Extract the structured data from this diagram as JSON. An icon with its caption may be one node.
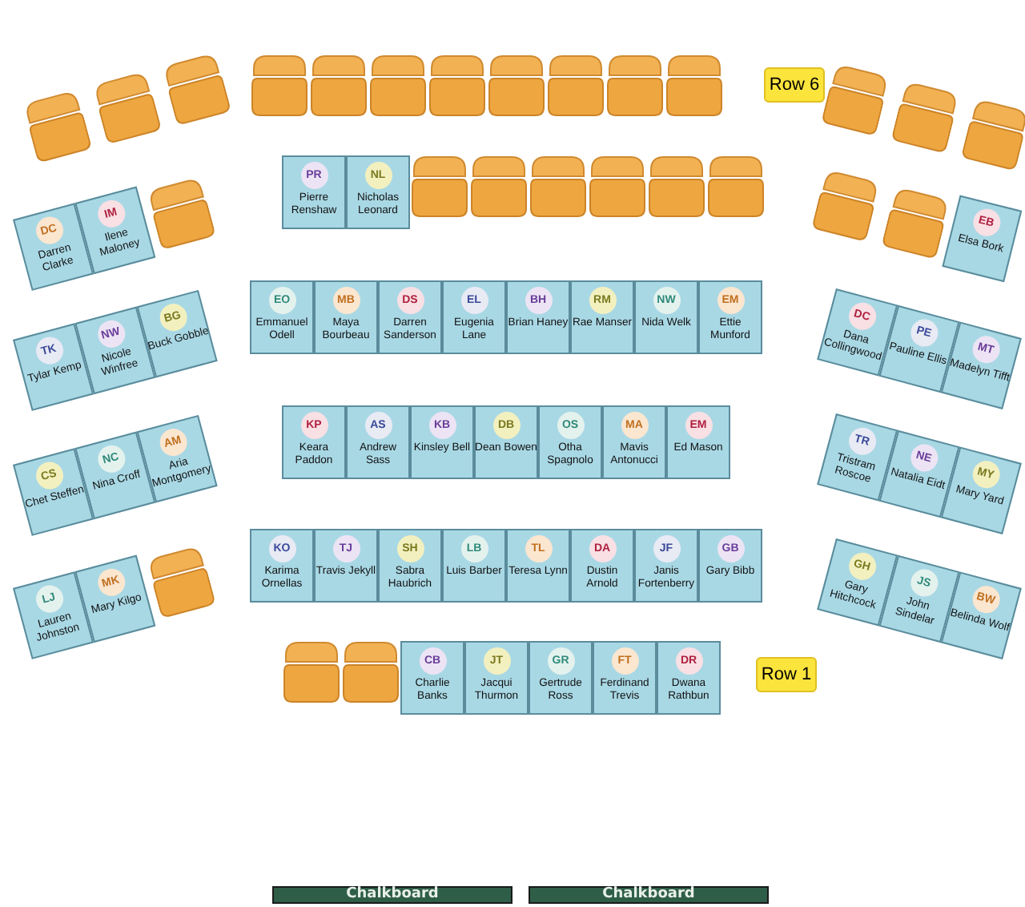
{
  "diagram": {
    "nodes": [
      {
        "text": [],
        "shape": "chair"
      },
      {
        "text": [],
        "shape": "chair"
      },
      {
        "text": [],
        "shape": "chair"
      },
      {
        "text": [],
        "shape": "chair"
      },
      {
        "text": [],
        "shape": "chair"
      },
      {
        "text": [],
        "shape": "chair"
      },
      {
        "text": [],
        "shape": "chair"
      },
      {
        "text": [],
        "shape": "chair"
      },
      {
        "text": [],
        "shape": "chair"
      },
      {
        "text": [],
        "shape": "chair"
      },
      {
        "text": [],
        "shape": "chair"
      },
      {
        "text": [
          "Row 6"
        ]
      },
      {
        "text": [],
        "shape": "chair"
      },
      {
        "text": [],
        "shape": "chair"
      },
      {
        "text": [],
        "shape": "chair"
      },
      {
        "text": [
          "DC",
          "Darren Clarke"
        ]
      },
      {
        "text": [
          "IM",
          "Ilene Maloney"
        ]
      },
      {
        "text": [],
        "shape": "chair"
      },
      {
        "text": [
          "PR",
          "Pierre Renshaw"
        ]
      },
      {
        "text": [
          "NL",
          "Nicholas Leonard"
        ]
      },
      {
        "text": [],
        "shape": "chair"
      },
      {
        "text": [],
        "shape": "chair"
      },
      {
        "text": [],
        "shape": "chair"
      },
      {
        "text": [],
        "shape": "chair"
      },
      {
        "text": [],
        "shape": "chair"
      },
      {
        "text": [],
        "shape": "chair"
      },
      {
        "text": [],
        "shape": "chair"
      },
      {
        "text": [],
        "shape": "chair"
      },
      {
        "text": [
          "EB",
          "Elsa Bork"
        ]
      },
      {
        "text": [
          "TK",
          "Tylar Kemp"
        ]
      },
      {
        "text": [
          "NW",
          "Nicole Winfree"
        ]
      },
      {
        "text": [
          "BG",
          "Buck Gobble"
        ]
      },
      {
        "text": [
          "EO",
          "Emmanuel Odell"
        ]
      },
      {
        "text": [
          "MB",
          "Maya Bourbeau"
        ]
      },
      {
        "text": [
          "DS",
          "Darren Sanderson"
        ]
      },
      {
        "text": [
          "EL",
          "Eugenia Lane"
        ]
      },
      {
        "text": [
          "BH",
          "Brian Haney"
        ]
      },
      {
        "text": [
          "RM",
          "Rae Manser"
        ]
      },
      {
        "text": [
          "NW",
          "Nida Welk"
        ]
      },
      {
        "text": [
          "EM",
          "Ettie Munford"
        ]
      },
      {
        "text": [
          "DC",
          "Dana Collingwood"
        ]
      },
      {
        "text": [
          "PE",
          "Pauline Ellis"
        ]
      },
      {
        "text": [
          "MT",
          "Madelyn Tifft"
        ]
      },
      {
        "text": [
          "CS",
          "Chet Steffen"
        ]
      },
      {
        "text": [
          "NC",
          "Nina Croff"
        ]
      },
      {
        "text": [
          "AM",
          "Aria Montgomery"
        ]
      },
      {
        "text": [
          "KP",
          "Keara Paddon"
        ]
      },
      {
        "text": [
          "AS",
          "Andrew Sass"
        ]
      },
      {
        "text": [
          "KB",
          "Kinsley Bell"
        ]
      },
      {
        "text": [
          "DB",
          "Dean Bowen"
        ]
      },
      {
        "text": [
          "OS",
          "Otha Spagnolo"
        ]
      },
      {
        "text": [
          "MA",
          "Mavis Antonucci"
        ]
      },
      {
        "text": [
          "EM",
          "Ed Mason"
        ]
      },
      {
        "text": [
          "TR",
          "Tristram Roscoe"
        ]
      },
      {
        "text": [
          "NE",
          "Natalia Eidt"
        ]
      },
      {
        "text": [
          "MY",
          "Mary Yard"
        ]
      },
      {
        "text": [
          "LJ",
          "Lauren Johnston"
        ]
      },
      {
        "text": [
          "MK",
          "Mary Kilgo"
        ]
      },
      {
        "text": [],
        "shape": "chair"
      },
      {
        "text": [
          "KO",
          "Karima Ornellas"
        ]
      },
      {
        "text": [
          "TJ",
          "Travis Jekyll"
        ]
      },
      {
        "text": [
          "SH",
          "Sabra Haubrich"
        ]
      },
      {
        "text": [
          "LB",
          "Luis Barber"
        ]
      },
      {
        "text": [
          "TL",
          "Teresa Lynn"
        ]
      },
      {
        "text": [
          "DA",
          "Dustin Arnold"
        ]
      },
      {
        "text": [
          "JF",
          "Janis Fortenberry"
        ]
      },
      {
        "text": [
          "GB",
          "Gary Bibb"
        ]
      },
      {
        "text": [
          "GH",
          "Gary Hitchcock"
        ]
      },
      {
        "text": [
          "JS",
          "John Sindelar"
        ]
      },
      {
        "text": [
          "BW",
          "Belinda Wolf"
        ]
      },
      {
        "text": [],
        "shape": "chair"
      },
      {
        "text": [],
        "shape": "chair"
      },
      {
        "text": [
          "CB",
          "Charlie Banks"
        ]
      },
      {
        "text": [
          "JT",
          "Jacqui Thurmon"
        ]
      },
      {
        "text": [
          "GR",
          "Gertrude Ross"
        ]
      },
      {
        "text": [
          "FT",
          "Ferdinand Trevis"
        ]
      },
      {
        "text": [
          "DR",
          "Dwana Rathbun"
        ]
      },
      {
        "text": [
          "Row 1"
        ]
      },
      {
        "text": [
          "Chalkboard"
        ]
      },
      {
        "text": [
          "Chalkboard"
        ]
      }
    ]
  }
}
